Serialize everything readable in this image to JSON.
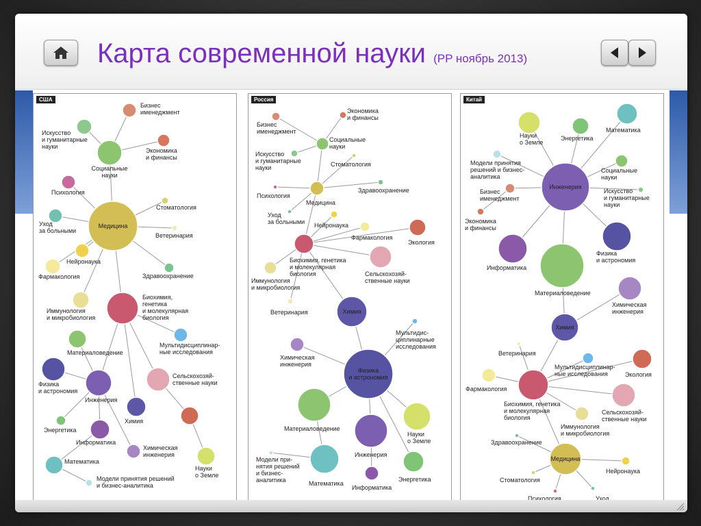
{
  "slide": {
    "title": "Карта современной науки",
    "subtitle": "(PP ноябрь 2013)"
  },
  "nav": {
    "home_icon": "home-icon",
    "prev_icon": "arrow-left-icon",
    "next_icon": "arrow-right-icon"
  },
  "panels": [
    {
      "id": "usa",
      "tag": "США",
      "nodes": [
        {
          "id": "med",
          "label": [
            "Медицина"
          ],
          "color": "#d3bd55",
          "inside": true
        },
        {
          "id": "soc",
          "label": [
            "Социальные",
            "науки"
          ],
          "color": "#8dc46f"
        },
        {
          "id": "biz",
          "label": [
            "Бизнес",
            "именеджмент"
          ],
          "color": "#d88b73"
        },
        {
          "id": "art",
          "label": [
            "Искусство",
            "и гуманитарные",
            "науки"
          ],
          "color": "#8dc88e"
        },
        {
          "id": "eco",
          "label": [
            "Экономика",
            "и финансы"
          ],
          "color": "#d8775f"
        },
        {
          "id": "psy",
          "label": [
            "Психология"
          ],
          "color": "#c96a9f"
        },
        {
          "id": "care",
          "label": [
            "Уход",
            "за больными"
          ],
          "color": "#71c0b0"
        },
        {
          "id": "neuro",
          "label": [
            "Нейронаука"
          ],
          "color": "#f0d24a"
        },
        {
          "id": "pharm",
          "label": [
            "Фармакология"
          ],
          "color": "#f5ea9a"
        },
        {
          "id": "dent",
          "label": [
            "Стоматология"
          ],
          "color": "#d9d070"
        },
        {
          "id": "vet",
          "label": [
            "Ветеринария"
          ],
          "color": "#f2ecb0"
        },
        {
          "id": "health",
          "label": [
            "Здравоохранение"
          ],
          "color": "#7cc48e"
        },
        {
          "id": "imm",
          "label": [
            "Иммунология",
            "и микробиология"
          ],
          "color": "#e8de96"
        },
        {
          "id": "bio",
          "label": [
            "Биохимия,",
            "генетика",
            "и молекулярная",
            "биология"
          ],
          "color": "#c9596e"
        },
        {
          "id": "multi",
          "label": [
            "Мультидисциплинар-",
            "ные исследования"
          ],
          "color": "#6db8ea"
        },
        {
          "id": "matsci",
          "label": [
            "Материаловедение"
          ],
          "color": "#8dc46f"
        },
        {
          "id": "agri",
          "label": [
            "Сельскохозяй-",
            "ственные науки"
          ],
          "color": "#e3a6b3"
        },
        {
          "id": "phys",
          "label": [
            "Физика",
            "и астрономия"
          ],
          "color": "#5553a2"
        },
        {
          "id": "eng",
          "label": [
            "Инженерия"
          ],
          "color": "#7d5fb2"
        },
        {
          "id": "chem",
          "label": [
            "Химия"
          ],
          "color": "#5e56a6"
        },
        {
          "id": "earth",
          "label": [
            "Науки",
            "о Земле"
          ],
          "color": "#d4e06a"
        },
        {
          "id": "ecol",
          "label": [
            ""
          ],
          "color": "#cf6a55"
        },
        {
          "id": "energy",
          "label": [
            "Энергетика"
          ],
          "color": "#80c477"
        },
        {
          "id": "inf",
          "label": [
            "Информатика"
          ],
          "color": "#8a5aa8"
        },
        {
          "id": "chemeng",
          "label": [
            "Химическая",
            "инженерия"
          ],
          "color": "#a786c4"
        },
        {
          "id": "math",
          "label": [
            "Математика"
          ],
          "color": "#6fc0c0"
        },
        {
          "id": "dec",
          "label": [
            "Модели принятия решений",
            "и бизнес-аналитика"
          ],
          "color": "#b9e0e6"
        }
      ]
    },
    {
      "id": "russia",
      "tag": "Россия",
      "nodes": [
        {
          "id": "eco",
          "label": [
            "Экономика",
            "и финансы"
          ],
          "color": "#d8775f"
        },
        {
          "id": "biz",
          "label": [
            "Бизнес",
            "именеджмент"
          ],
          "color": "#d88b73"
        },
        {
          "id": "soc",
          "label": [
            "Социальные",
            "науки"
          ],
          "color": "#8dc46f"
        },
        {
          "id": "art",
          "label": [
            "Искусство",
            "и гуманитарные",
            "науки"
          ],
          "color": "#8dc88e"
        },
        {
          "id": "dent",
          "label": [
            "Стоматология"
          ],
          "color": "#d9d070"
        },
        {
          "id": "health",
          "label": [
            "Здравоохранение"
          ],
          "color": "#7cc48e"
        },
        {
          "id": "psy",
          "label": [
            "Психология"
          ],
          "color": "#c96a9f"
        },
        {
          "id": "med",
          "label": [
            "Медицина"
          ],
          "color": "#d3bd55"
        },
        {
          "id": "care",
          "label": [
            "Уход",
            "за больными"
          ],
          "color": "#71c0b0"
        },
        {
          "id": "neuro",
          "label": [
            "Нейронаука"
          ],
          "color": "#f0d24a"
        },
        {
          "id": "pharm",
          "label": [
            "Фармакология"
          ],
          "color": "#f5ea9a"
        },
        {
          "id": "ecol",
          "label": [
            "Экология"
          ],
          "color": "#cf6a55"
        },
        {
          "id": "bio",
          "label": [
            "Биохимия, генетика",
            "и молекулярная",
            "биология"
          ],
          "color": "#c9596e"
        },
        {
          "id": "agri",
          "label": [
            "Сельскохозяй-",
            "ственные науки"
          ],
          "color": "#e3a6b3"
        },
        {
          "id": "imm",
          "label": [
            "Иммунология",
            "и микробиология"
          ],
          "color": "#e8de96"
        },
        {
          "id": "vet",
          "label": [
            "Ветеринария"
          ],
          "color": "#f2ecb0"
        },
        {
          "id": "chem",
          "label": [
            "Химия"
          ],
          "color": "#5e56a6",
          "inside": true
        },
        {
          "id": "multi",
          "label": [
            "Мультидис-",
            "циплинарные",
            "исследования"
          ],
          "color": "#6db8ea"
        },
        {
          "id": "chemeng",
          "label": [
            "Химическая",
            "инженерия"
          ],
          "color": "#a786c4"
        },
        {
          "id": "phys",
          "label": [
            "Физика",
            "и астрономия"
          ],
          "color": "#5553a2",
          "inside": true
        },
        {
          "id": "matsci",
          "label": [
            "Материаловедение"
          ],
          "color": "#8dc46f"
        },
        {
          "id": "earth",
          "label": [
            "Науки",
            "о Земле"
          ],
          "color": "#d4e06a"
        },
        {
          "id": "eng",
          "label": [
            "Инженерия"
          ],
          "color": "#7d5fb2"
        },
        {
          "id": "dec",
          "label": [
            "Модели при-",
            "нятия решений",
            "и бизнес-",
            "аналитика"
          ],
          "color": "#b9e0e6"
        },
        {
          "id": "math",
          "label": [
            "Математика"
          ],
          "color": "#6fc0c0"
        },
        {
          "id": "inf",
          "label": [
            "Информатика"
          ],
          "color": "#8a5aa8"
        },
        {
          "id": "energy",
          "label": [
            "Энергетика"
          ],
          "color": "#80c477"
        }
      ]
    },
    {
      "id": "china",
      "tag": "Китай",
      "nodes": [
        {
          "id": "earth",
          "label": [
            "Науки",
            "о Земле"
          ],
          "color": "#d4e06a"
        },
        {
          "id": "energy",
          "label": [
            "Энергетика"
          ],
          "color": "#80c477"
        },
        {
          "id": "math",
          "label": [
            "Математика"
          ],
          "color": "#6fc0c0"
        },
        {
          "id": "dec",
          "label": [
            "Модели принятия",
            "решений и бизнес-",
            "аналитика"
          ],
          "color": "#b9e0e6"
        },
        {
          "id": "soc",
          "label": [
            "Социальные",
            "науки"
          ],
          "color": "#8dc46f"
        },
        {
          "id": "eng",
          "label": [
            "Инженерия"
          ],
          "color": "#7d5fb2",
          "inside": true
        },
        {
          "id": "biz",
          "label": [
            "Бизнес",
            "именеджмент"
          ],
          "color": "#d88b73"
        },
        {
          "id": "art",
          "label": [
            "Искусство",
            "и гуманитарные",
            "науки"
          ],
          "color": "#8dc88e"
        },
        {
          "id": "eco",
          "label": [
            "Экономика",
            "и финансы"
          ],
          "color": "#d8775f"
        },
        {
          "id": "inf",
          "label": [
            "Информатика"
          ],
          "color": "#8a5aa8"
        },
        {
          "id": "phys",
          "label": [
            "Физика",
            "и астрономия"
          ],
          "color": "#5553a2"
        },
        {
          "id": "matsci",
          "label": [
            "Материаловедение"
          ],
          "color": "#8dc46f"
        },
        {
          "id": "chemeng",
          "label": [
            "Химическая",
            "инженерия"
          ],
          "color": "#a786c4"
        },
        {
          "id": "chem",
          "label": [
            "Химия"
          ],
          "color": "#5e56a6",
          "inside": true
        },
        {
          "id": "vet",
          "label": [
            "Ветеринария"
          ],
          "color": "#f2ecb0"
        },
        {
          "id": "multi",
          "label": [
            "Мультидисциплинар-",
            "ные исследования"
          ],
          "color": "#6db8ea"
        },
        {
          "id": "ecol",
          "label": [
            "Экология"
          ],
          "color": "#cf6a55"
        },
        {
          "id": "pharm",
          "label": [
            "Фармакология"
          ],
          "color": "#f5ea9a"
        },
        {
          "id": "bio",
          "label": [
            "Биохимия, генетика",
            "и молекулярная",
            "биология"
          ],
          "color": "#c9596e"
        },
        {
          "id": "agri",
          "label": [
            "Сельскохозяй-",
            "ственные науки"
          ],
          "color": "#e3a6b3"
        },
        {
          "id": "imm",
          "label": [
            "Иммунология",
            "и микробиология"
          ],
          "color": "#e8de96"
        },
        {
          "id": "health",
          "label": [
            "Здравоохранение"
          ],
          "color": "#7cc48e"
        },
        {
          "id": "med",
          "label": [
            "Медицина"
          ],
          "color": "#d3bd55",
          "inside": true
        },
        {
          "id": "neuro",
          "label": [
            "Нейронаука"
          ],
          "color": "#f0d24a"
        },
        {
          "id": "dent",
          "label": [
            "Стоматология"
          ],
          "color": "#d9d070"
        },
        {
          "id": "psy",
          "label": [
            "Психология"
          ],
          "color": "#c96a9f"
        },
        {
          "id": "care",
          "label": [
            "Уход",
            "за больными"
          ],
          "color": "#71c0b0"
        }
      ]
    }
  ]
}
